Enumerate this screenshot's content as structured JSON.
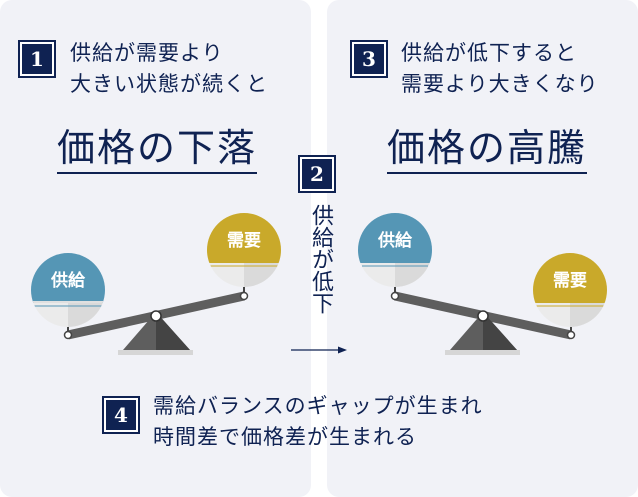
{
  "step1": {
    "num": "1",
    "line1": "供給が需要より",
    "line2": "大きい状態が続くと",
    "result": "価格の下落"
  },
  "step2": {
    "num": "2",
    "text": "供給が低下"
  },
  "step3": {
    "num": "3",
    "line1": "供給が低下すると",
    "line2": "需要より大きくなり",
    "result": "価格の高騰"
  },
  "step4": {
    "num": "4",
    "line1": "需給バランスのギャップが生まれ",
    "line2": "時間差で価格差が生まれる"
  },
  "labels": {
    "supply": "供給",
    "demand": "需要"
  },
  "colors": {
    "navy": "#0f2252",
    "supply": "#5596b5",
    "demand": "#c9a92a",
    "panel": "#f1f2f7"
  }
}
